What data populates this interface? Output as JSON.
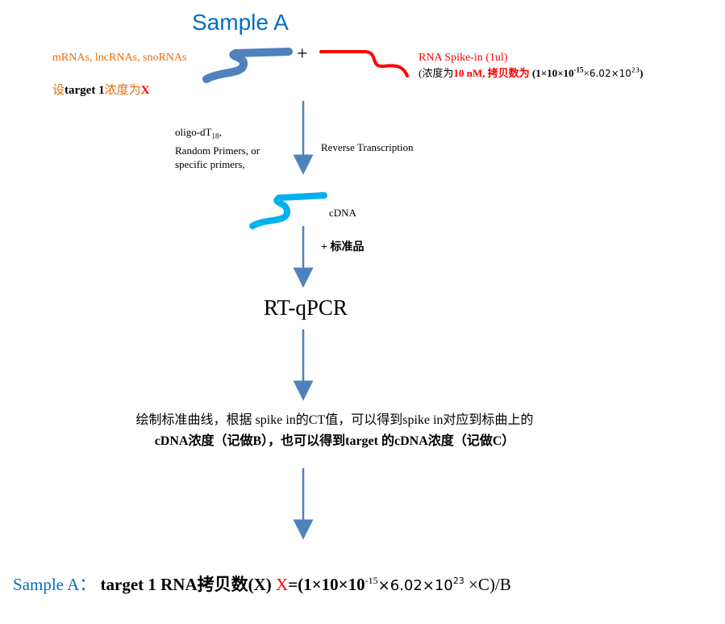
{
  "title": "Sample A",
  "plus": "+",
  "left_label": "mRNAs, lncRNAs, snoRNAs",
  "assume": {
    "pre": "设",
    "target": "target 1",
    "mid": "浓度为",
    "x": "X"
  },
  "spike": {
    "name": "RNA Spike-in (1ul)",
    "open": "(浓度为",
    "conc": "10  nM, 拷贝数为",
    "formula_a": "(1×10×10",
    "exp1": "-15",
    "formula_b": "×",
    "formula_c": "6.02×10",
    "exp2": "23",
    "close": ")"
  },
  "primers": {
    "line1": "oligo-dT",
    "sub": "18",
    "line1_end": ",",
    "line2": "Random Primers, or",
    "line3": "specific primers,"
  },
  "rt_label": "Reverse Transcription",
  "cdna_label": "cDNA",
  "standard_label": "+ 标准品",
  "qpcr_label": "RT-qPCR",
  "curve_text": {
    "line1": "绘制标准曲线，根据 spike in的CT值，可以得到spike  in对应到标曲上的",
    "line2": "cDNA浓度（记做B），也可以得到target 的cDNA浓度（记做C）"
  },
  "result": {
    "sample": "Sample A：",
    "target": "target 1 RNA拷贝数(X)",
    "x": "X",
    "eq_a": "=(1×10×10",
    "exp1": "-15",
    "eq_b": "×6.02×10",
    "exp2": "23",
    "eq_c": " ×C)/B"
  },
  "colors": {
    "arrow": "#4f81bd",
    "rna": "#4f81bd",
    "spike": "#ff0000",
    "cdna": "#00b0f0",
    "orange": "#e46c0a",
    "blue": "#0070c0"
  }
}
